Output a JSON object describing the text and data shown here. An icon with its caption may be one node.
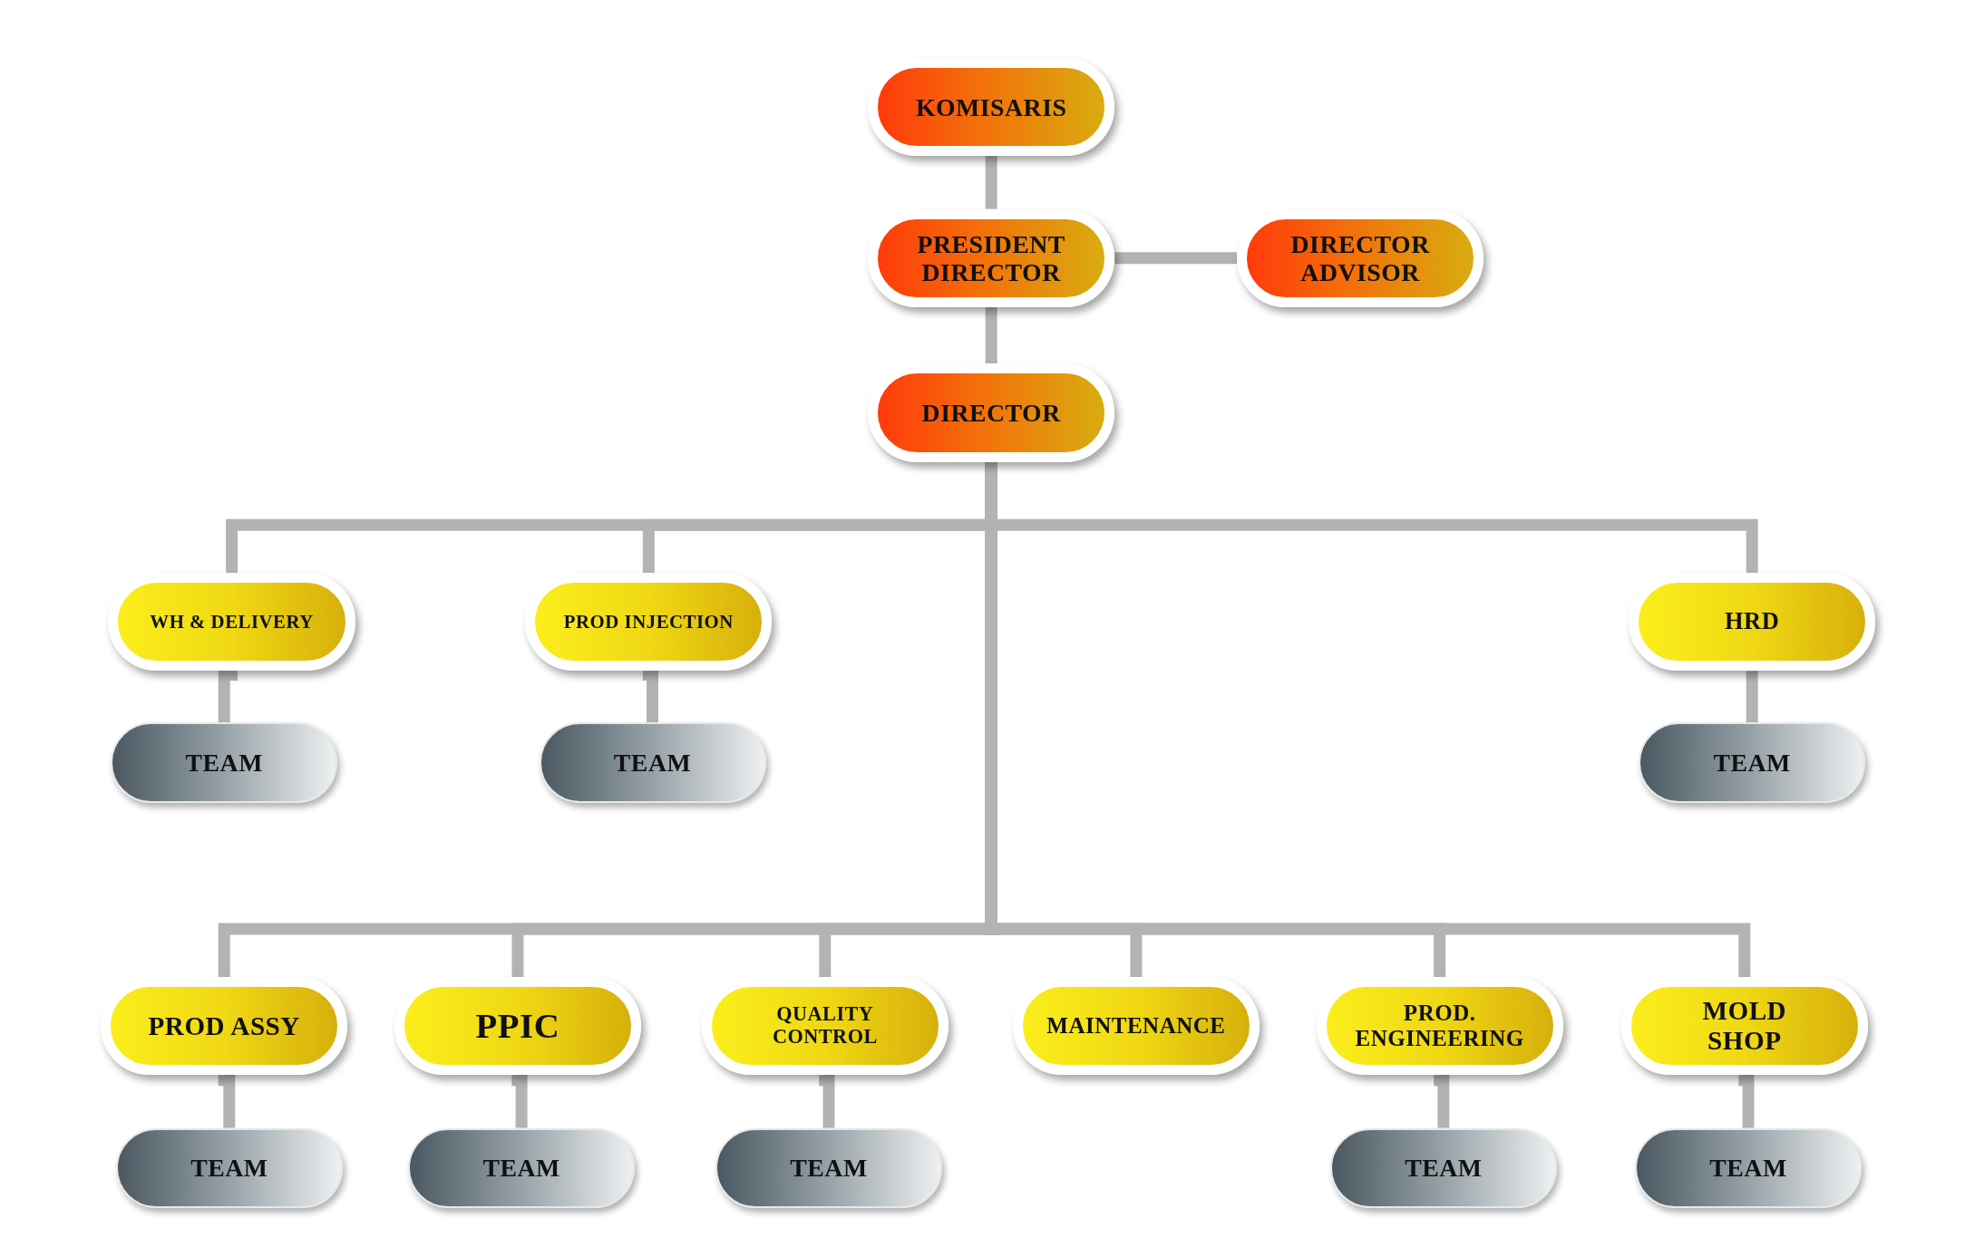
{
  "diagram": {
    "nodes": [
      {
        "text": [
          "KOMISARIS"
        ]
      },
      {
        "text": [
          "PRESIDENT DIRECTOR"
        ]
      },
      {
        "text": [
          "DIRECTOR ADVISOR"
        ]
      },
      {
        "text": [
          "DIRECTOR"
        ]
      },
      {
        "text": [
          "WH & DELIVERY"
        ]
      },
      {
        "text": [
          "PROD INJECTION"
        ]
      },
      {
        "text": [
          "HRD"
        ]
      },
      {
        "text": [
          "TEAM"
        ]
      },
      {
        "text": [
          "TEAM"
        ]
      },
      {
        "text": [
          "TEAM"
        ]
      },
      {
        "text": [
          "PROD ASSY"
        ]
      },
      {
        "text": [
          "PPIC"
        ]
      },
      {
        "text": [
          "QUALITY CONTROL"
        ]
      },
      {
        "text": [
          "MAINTENANCE"
        ]
      },
      {
        "text": [
          "PROD. ENGINEERING"
        ]
      },
      {
        "text": [
          "MOLD SHOP"
        ]
      },
      {
        "text": [
          "TEAM"
        ]
      },
      {
        "text": [
          "TEAM"
        ]
      },
      {
        "text": [
          "TEAM"
        ]
      },
      {
        "text": [
          "TEAM"
        ]
      },
      {
        "text": [
          "TEAM"
        ]
      }
    ],
    "edges": [
      {
        "from": 0,
        "to": 1,
        "arrow": "none"
      },
      {
        "from": 1,
        "to": 2,
        "arrow": "none"
      },
      {
        "from": 1,
        "to": 3,
        "arrow": "none"
      },
      {
        "from": 3,
        "to": 4,
        "arrow": "none"
      },
      {
        "from": 3,
        "to": 5,
        "arrow": "none"
      },
      {
        "from": 3,
        "to": 6,
        "arrow": "none"
      },
      {
        "from": 4,
        "to": 7,
        "arrow": "none"
      },
      {
        "from": 5,
        "to": 8,
        "arrow": "none"
      },
      {
        "from": 6,
        "to": 9,
        "arrow": "none"
      },
      {
        "from": 3,
        "to": 10,
        "arrow": "none"
      },
      {
        "from": 3,
        "to": 11,
        "arrow": "none"
      },
      {
        "from": 3,
        "to": 12,
        "arrow": "none"
      },
      {
        "from": 3,
        "to": 13,
        "arrow": "none"
      },
      {
        "from": 3,
        "to": 14,
        "arrow": "none"
      },
      {
        "from": 3,
        "to": 15,
        "arrow": "none"
      },
      {
        "from": 10,
        "to": 16,
        "arrow": "none"
      },
      {
        "from": 11,
        "to": 17,
        "arrow": "none"
      },
      {
        "from": 12,
        "to": 18,
        "arrow": "none"
      },
      {
        "from": 14,
        "to": 19,
        "arrow": "none"
      },
      {
        "from": 15,
        "to": 20,
        "arrow": "none"
      }
    ]
  }
}
